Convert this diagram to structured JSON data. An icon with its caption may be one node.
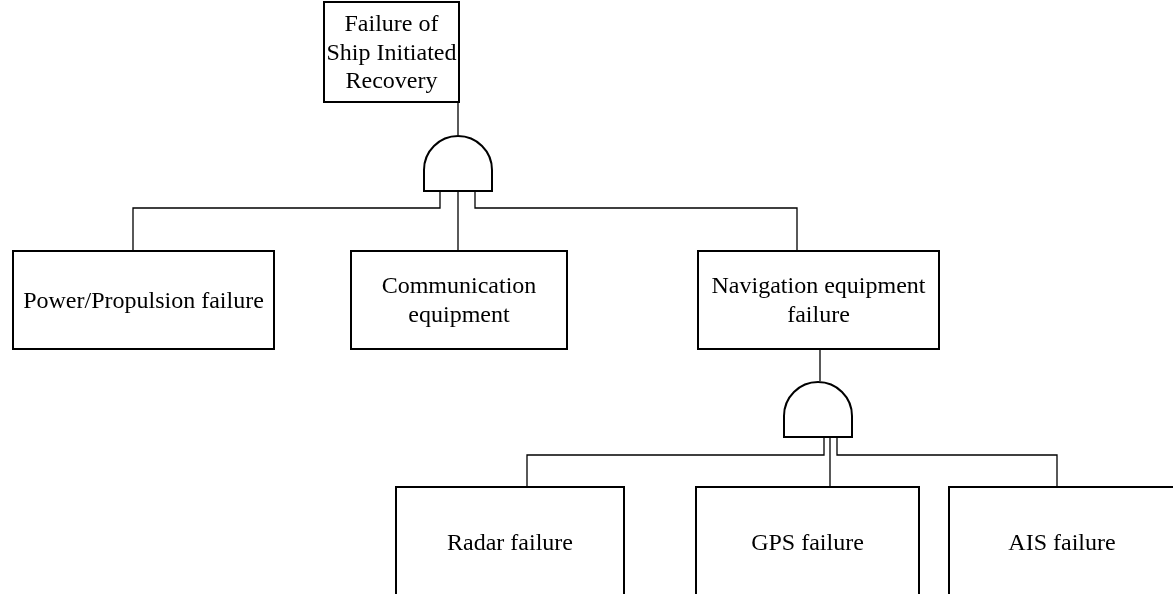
{
  "diagram": {
    "nodes": [
      {
        "text": [
          "Failure of Ship Initiated Recovery"
        ]
      },
      {
        "text": [],
        "shape": "gate"
      },
      {
        "text": [
          "Power/Propulsion failure"
        ]
      },
      {
        "text": [
          "Communication equipment"
        ]
      },
      {
        "text": [
          "Navigation equipment failure"
        ]
      },
      {
        "text": [],
        "shape": "gate"
      },
      {
        "text": [
          "Radar failure"
        ]
      },
      {
        "text": [
          "GPS failure"
        ]
      },
      {
        "text": [
          "AIS failure"
        ]
      }
    ],
    "edges": [
      {
        "from": 0,
        "to": 1,
        "arrow": "none"
      },
      {
        "from": 1,
        "to": 2,
        "arrow": "none"
      },
      {
        "from": 1,
        "to": 3,
        "arrow": "none"
      },
      {
        "from": 1,
        "to": 4,
        "arrow": "none"
      },
      {
        "from": 4,
        "to": 5,
        "arrow": "none"
      },
      {
        "from": 5,
        "to": 6,
        "arrow": "none"
      },
      {
        "from": 5,
        "to": 7,
        "arrow": "none"
      },
      {
        "from": 5,
        "to": 8,
        "arrow": "none"
      }
    ]
  }
}
